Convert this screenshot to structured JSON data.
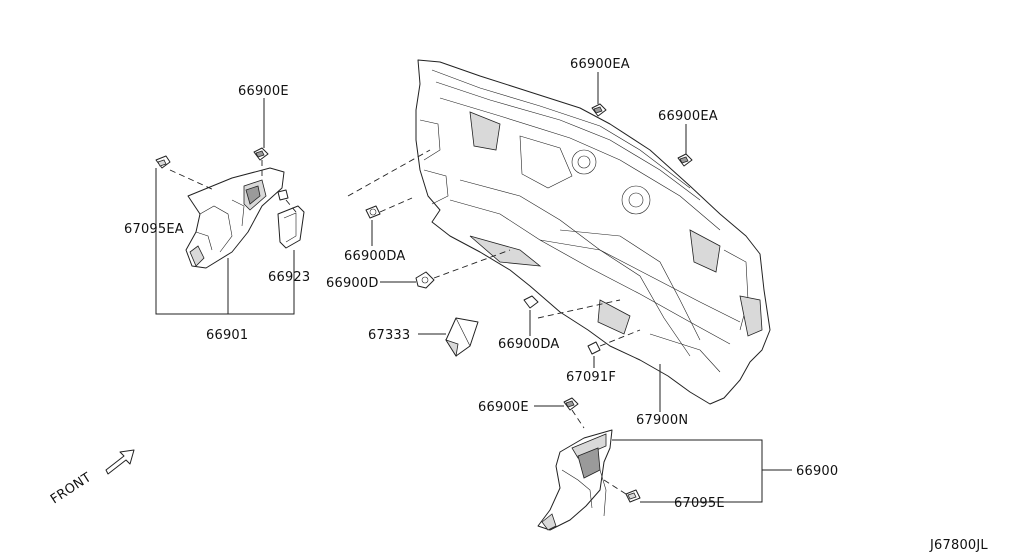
{
  "diagram": {
    "labels": {
      "p66900E_top": "66900E",
      "p67095EA": "67095EA",
      "p66923": "66923",
      "p66901": "66901",
      "p66900EA_1": "66900EA",
      "p66900EA_2": "66900EA",
      "p66900DA_1": "66900DA",
      "p66900D": "66900D",
      "p67333": "67333",
      "p66900DA_2": "66900DA",
      "p67091F": "67091F",
      "p67900N": "67900N",
      "p66900E_bottom": "66900E",
      "p66900": "66900",
      "p67095E": "67095E",
      "front": "FRONT",
      "diagram_code": "J67800JL"
    }
  }
}
